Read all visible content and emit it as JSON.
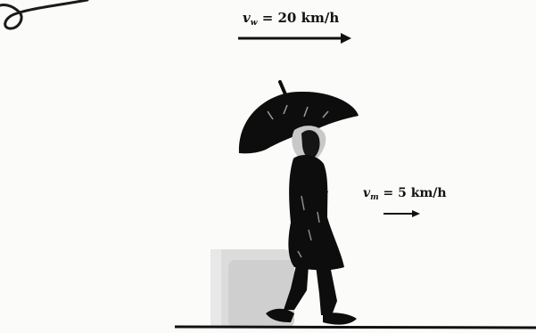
{
  "wind_velocity": {
    "symbol": "v",
    "subscript": "w",
    "value_text": "= 20 km/h"
  },
  "man_velocity": {
    "symbol": "v",
    "subscript": "m",
    "value_text": "= 5 km/h"
  },
  "colors": {
    "ink": "#111111",
    "shadow": "#d8d8d8",
    "face": "#c9c9c9",
    "background": "#fbfbfa"
  }
}
